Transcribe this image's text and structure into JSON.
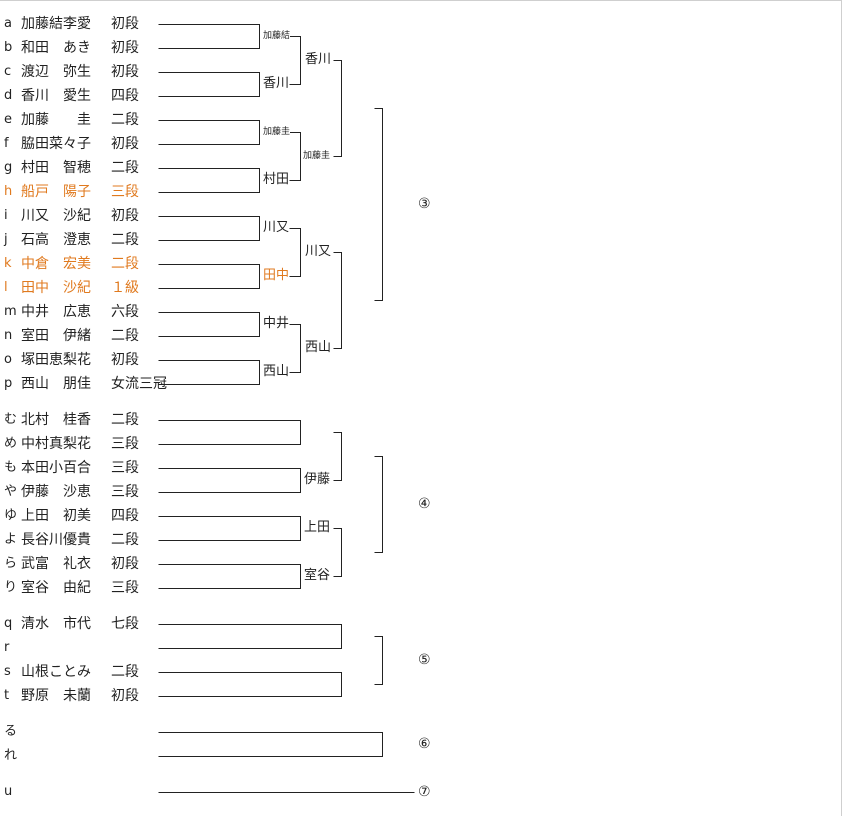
{
  "players": [
    {
      "letter": "a",
      "name": "加藤結李愛",
      "rank": "初段"
    },
    {
      "letter": "b",
      "name": "和田　あき",
      "rank": "初段"
    },
    {
      "letter": "c",
      "name": "渡辺　弥生",
      "rank": "初段"
    },
    {
      "letter": "d",
      "name": "香川　愛生",
      "rank": "四段"
    },
    {
      "letter": "e",
      "name": "加藤　　圭",
      "rank": "二段"
    },
    {
      "letter": "f",
      "name": "脇田菜々子",
      "rank": "初段"
    },
    {
      "letter": "g",
      "name": "村田　智穂",
      "rank": "二段"
    },
    {
      "letter": "h",
      "name": "船戸　陽子",
      "rank": "三段",
      "color": "#e07a1f"
    },
    {
      "letter": "i",
      "name": "川又　沙紀",
      "rank": "初段"
    },
    {
      "letter": "j",
      "name": "石高　澄恵",
      "rank": "二段"
    },
    {
      "letter": "k",
      "name": "中倉　宏美",
      "rank": "二段",
      "color": "#e07a1f"
    },
    {
      "letter": "l",
      "name": "田中　沙紀",
      "rank": "１級",
      "color": "#e07a1f"
    },
    {
      "letter": "m",
      "name": "中井　広恵",
      "rank": "六段"
    },
    {
      "letter": "n",
      "name": "室田　伊緒",
      "rank": "二段"
    },
    {
      "letter": "o",
      "name": "塚田恵梨花",
      "rank": "初段"
    },
    {
      "letter": "p",
      "name": "西山　朋佳",
      "rank": "女流三冠"
    },
    {
      "letter": "む",
      "name": "北村　桂香",
      "rank": "二段"
    },
    {
      "letter": "め",
      "name": "中村真梨花",
      "rank": "三段"
    },
    {
      "letter": "も",
      "name": "本田小百合",
      "rank": "三段"
    },
    {
      "letter": "や",
      "name": "伊藤　沙恵",
      "rank": "三段"
    },
    {
      "letter": "ゆ",
      "name": "上田　初美",
      "rank": "四段"
    },
    {
      "letter": "よ",
      "name": "長谷川優貴",
      "rank": "二段"
    },
    {
      "letter": "ら",
      "name": "武富　礼衣",
      "rank": "初段"
    },
    {
      "letter": "り",
      "name": "室谷　由紀",
      "rank": "三段"
    },
    {
      "letter": "q",
      "name": "清水　市代",
      "rank": "七段"
    },
    {
      "letter": "r",
      "name": "",
      "rank": ""
    },
    {
      "letter": "s",
      "name": "山根ことみ",
      "rank": "二段"
    },
    {
      "letter": "t",
      "name": "野原　未蘭",
      "rank": "初段"
    },
    {
      "letter": "る",
      "name": "",
      "rank": ""
    },
    {
      "letter": "れ",
      "name": "",
      "rank": ""
    },
    {
      "letter": "u",
      "name": "",
      "rank": ""
    }
  ],
  "winners": {
    "r1": [
      "加藤結",
      "香川",
      "加藤圭",
      "村田",
      "川又",
      "田中",
      "中井",
      "西山"
    ],
    "r2": [
      "香川",
      "加藤圭",
      "川又",
      "西山",
      "伊藤",
      "上田",
      "室谷"
    ]
  },
  "highlight_color": "#e07a1f",
  "rounds": [
    "③",
    "④",
    "⑤",
    "⑥",
    "⑦"
  ]
}
